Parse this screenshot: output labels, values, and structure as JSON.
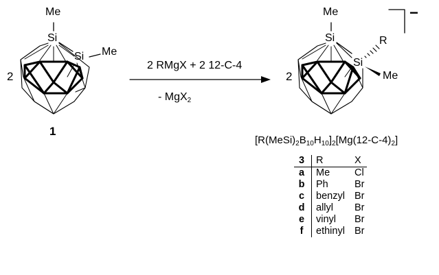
{
  "reactant": {
    "si_top": "Si",
    "me_top": "Me",
    "si_right": "Si",
    "me_right": "Me",
    "multiplier": "2",
    "label": "1"
  },
  "arrow": {
    "reagent_main": "2 RMgX + 2 12-C-4",
    "byproduct_prefix": "- MgX",
    "byproduct_sub": "2"
  },
  "product": {
    "si_top": "Si",
    "me_top": "Me",
    "si_right": "Si",
    "r_group": "R",
    "me_right": "Me",
    "multiplier": "2",
    "charge": "−",
    "formula_parts": [
      "[R(MeSi)",
      "2",
      "B",
      "10",
      "H",
      "10",
      "]",
      "2",
      "[Mg(12-C-4)",
      "2",
      "]"
    ]
  },
  "substituent_table": {
    "headers": [
      "3",
      "R",
      "X"
    ],
    "rows": [
      [
        "a",
        "Me",
        "Cl"
      ],
      [
        "b",
        "Ph",
        "Br"
      ],
      [
        "c",
        "benzyl",
        "Br"
      ],
      [
        "d",
        "allyl",
        "Br"
      ],
      [
        "e",
        "vinyl",
        "Br"
      ],
      [
        "f",
        "ethinyl",
        "Br"
      ]
    ]
  }
}
